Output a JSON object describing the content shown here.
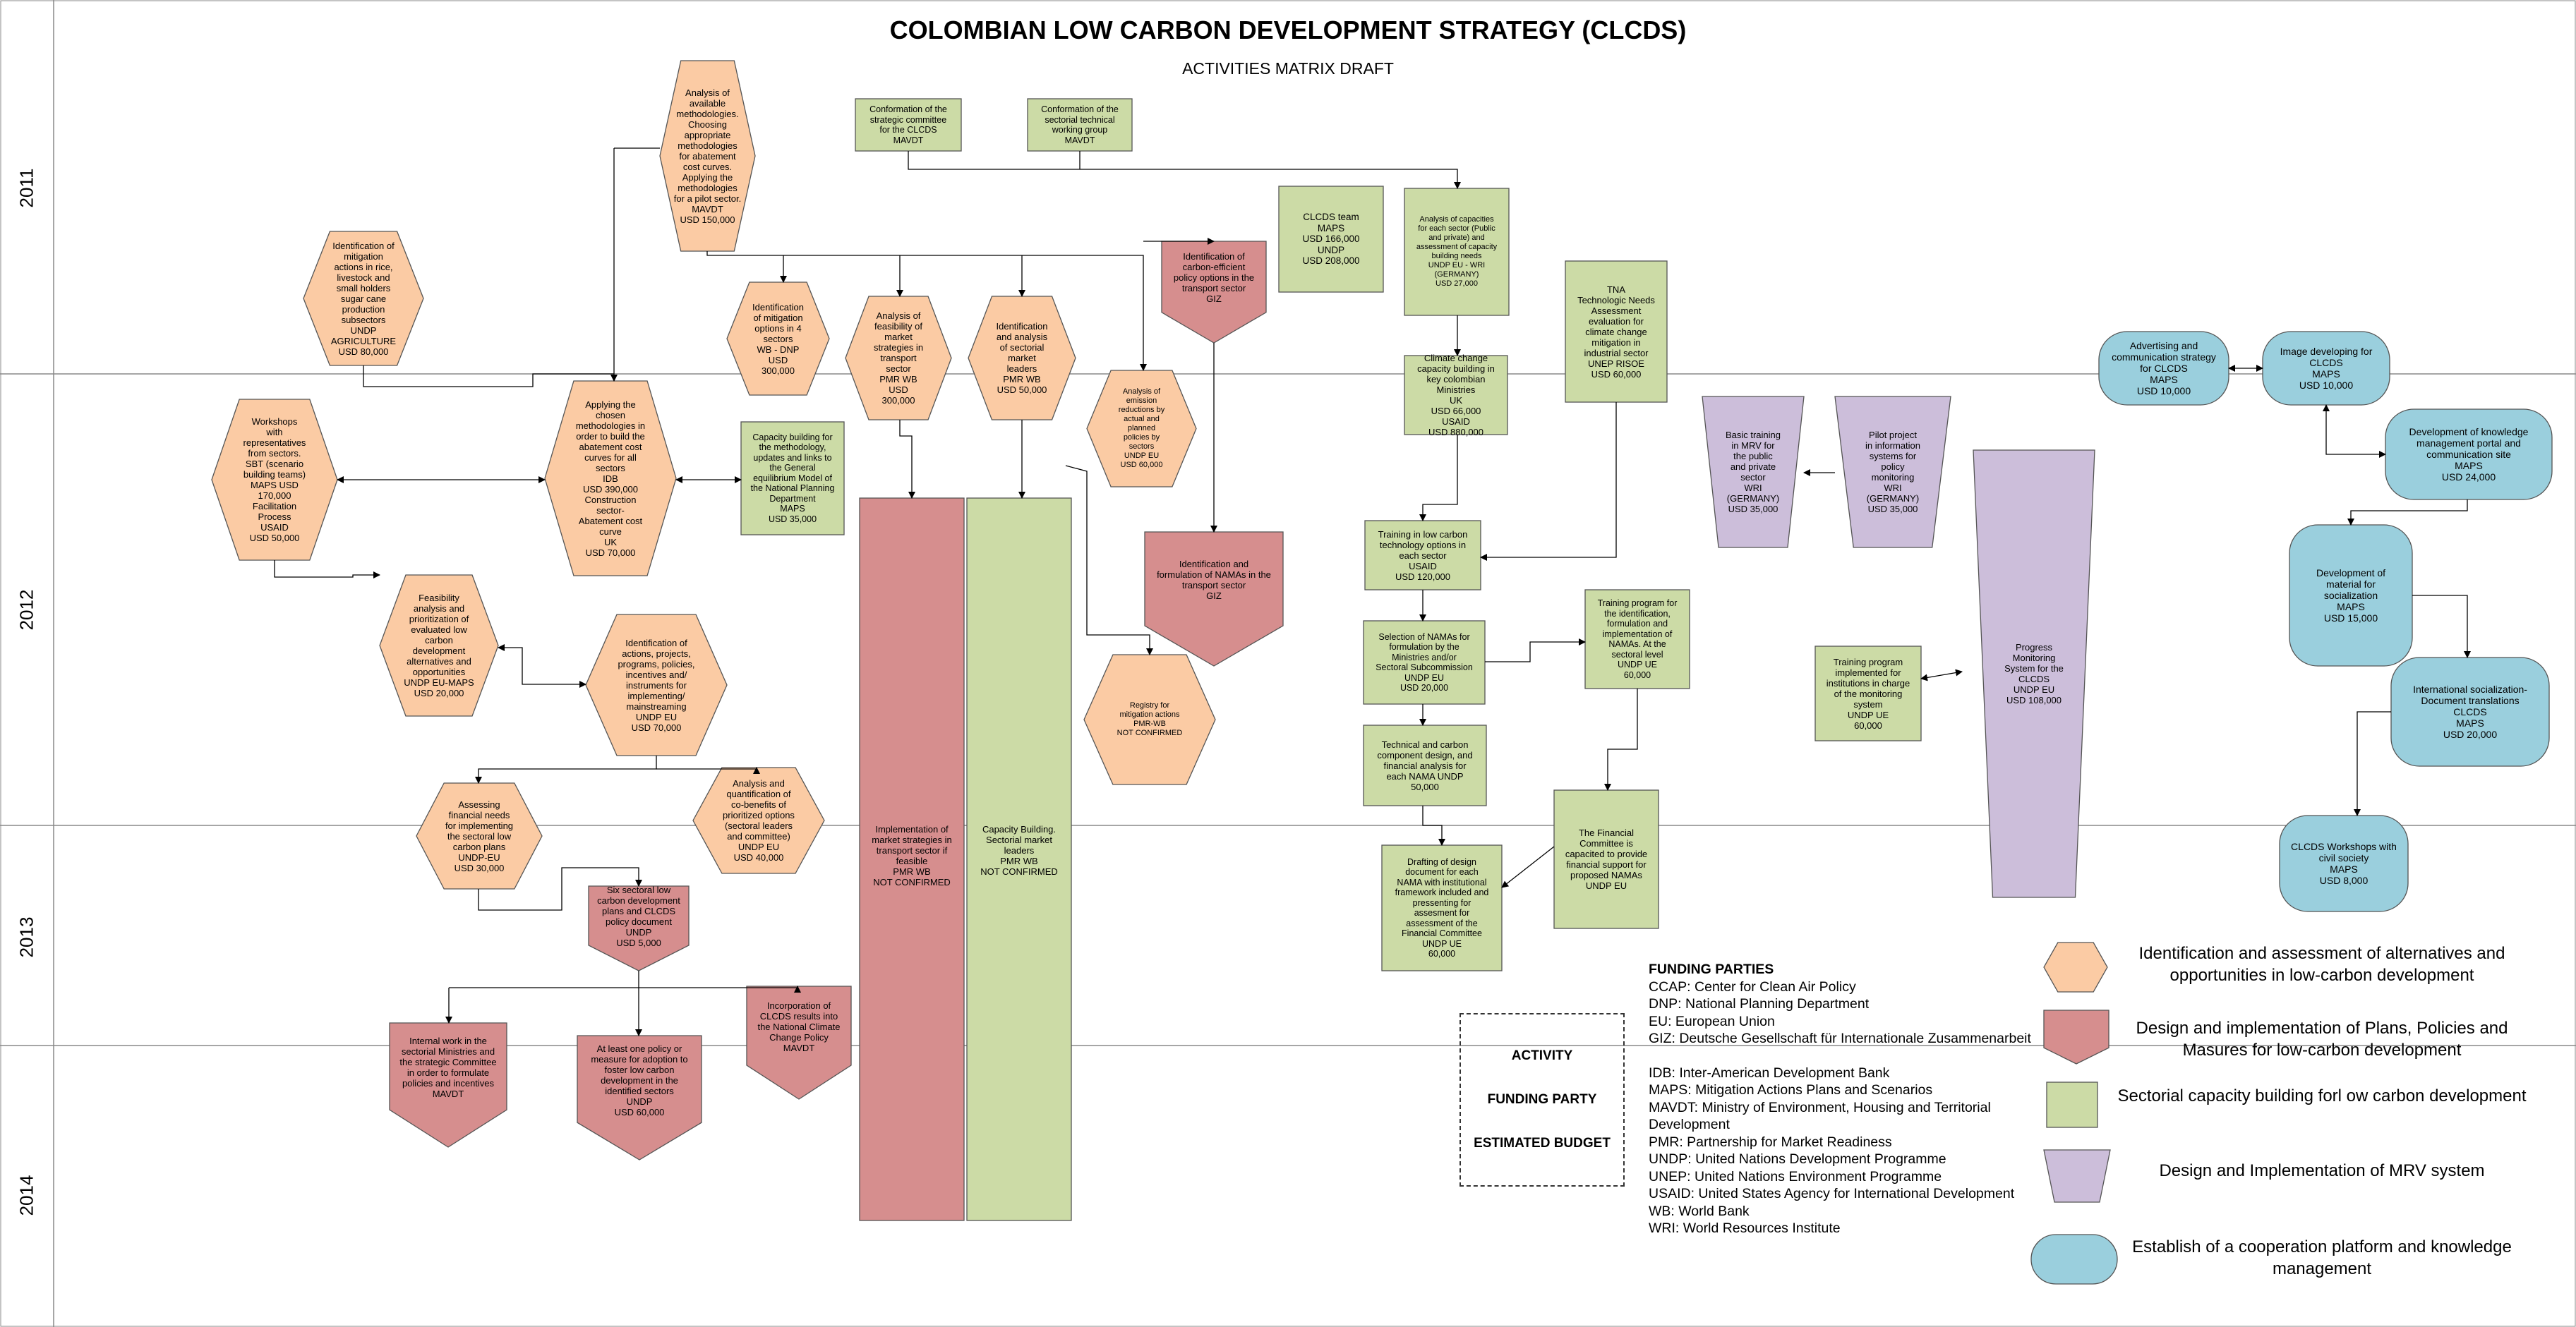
{
  "title": "COLOMBIAN LOW CARBON DEVELOPMENT STRATEGY (CLCDS)",
  "subtitle": "ACTIVITIES MATRIX DRAFT",
  "years": [
    "2011",
    "2012",
    "2013",
    "2014"
  ],
  "colors": {
    "orange": "#FBCBA4",
    "red": "#D68E8E",
    "green": "#CCDBA6",
    "purple": "#CCBEDA",
    "blue": "#9ACFDD",
    "border": "#555555"
  },
  "nodes": {
    "analysis_methodologies": "Analysis of\navailable\nmethodologies.\nChoosing\nappropriate\nmethodologies\nfor abatement\ncost curves.\nApplying the\nmethodologies\nfor a pilot sector.\nMAVDT\nUSD 150,000",
    "conformation_committee": "Conformation of the\nstrategic committee\nfor the CLCDS\nMAVDT",
    "conformation_group": "Conformation of the\nsectorial technical\nworking group\nMAVDT",
    "clcds_team": "CLCDS team\nMAPS\nUSD 166,000\nUNDP\nUSD 208,000",
    "analysis_capacities": "Analysis of capacities\nfor each sector (Public\nand private) and\nassessment of capacity\nbuilding needs\nUNDP EU - WRI\n(GERMANY)\nUSD 27,000",
    "identification_mitigation_rice": "Identification of\nmitigation\nactions in rice,\nlivestock and\nsmall holders\nsugar cane\nproduction\nsubsectors\nUNDP\nAGRICULTURE\nUSD 80,000",
    "identification_4_sectors": "Identification\nof mitigation\noptions in 4\nsectors\nWB - DNP\nUSD\n300,000",
    "analysis_feasibility_transport": "Analysis of\nfeasibility of\nmarket\nstrategies in\ntransport\nsector\nPMR WB\nUSD\n300,000",
    "identification_sectorial_market": "Identification\nand analysis\nof sectorial\nmarket\nleaders\nPMR WB\nUSD 50,000",
    "analysis_emission_reductions": "Analysis of\nemission\nreductions by\nactual and\nplanned\npolicies by\nsectors\nUNDP EU\nUSD 60,000",
    "identification_carbon_efficient": "Identification of\ncarbon-efficient\npolicy options in the\ntransport sector\nGIZ",
    "tna": "TNA\nTechnologic Needs\nAssessment\nevaluation for\nclimate change\nmitigation in\nindustrial sector\nUNEP RISOE\nUSD 60,000",
    "climate_change_capacity": "Climate change\ncapacity building in\nkey colombian\nMinistries\nUK\nUSD 66,000\nUSAID\nUSD 880,000",
    "workshops": "Workshops\nwith\nrepresentatives\nfrom sectors.\nSBT (scenario\nbuilding teams)\nMAPS USD\n170,000\nFacilitation\nProcess\nUSAID\nUSD 50,000",
    "applying_methodologies": "Applying the\nchosen\nmethodologies in\norder to build the\nabatement cost\ncurves for all\nsectors\nIDB\nUSD 390,000\nConstruction\nsector-\nAbatement cost\ncurve\nUK\nUSD 70,000",
    "capacity_building_methodology": "Capacity building for\nthe methodology,\nupdates and links to\nthe General\nequilibrium Model of\nthe National Planning\nDepartment\nMAPS\nUSD 35,000",
    "implementation_market_transport": "Implementation of\nmarket strategies in\ntransport sector if\nfeasible\nPMR WB\nNOT CONFIRMED",
    "capacity_building_sectorial": "Capacity Building.\nSectorial market\nleaders\nPMR WB\nNOT CONFIRMED",
    "identification_formulation_namas_transport": "Identification and\nformulation of NAMAs in the\ntransport sector\nGIZ",
    "registry_mitigation": "Registry for\nmitigation actions\nPMR-WB\nNOT CONFIRMED",
    "training_low_carbon": "Training in  low carbon\ntechnology options in\neach sector\nUSAID\nUSD 120,000",
    "selection_namas": "Selection of NAMAs for\nformulation by the\nMinistries and/or\nSectoral Subcommission\nUNDP EU\nUSD 20,000",
    "training_program_namas": "Training program for\nthe identification,\nformulation and\nimplementation of\nNAMAs.  At the\nsectoral level\nUNDP UE\n60,000",
    "technical_carbon_component": "Technical and carbon\ncomponent design, and\nfinancial analysis for\neach NAMA UNDP\n50,000",
    "drafting_design_document": "Drafting of design\ndocument for each\nNAMA with institutional\nframework included and\npressenting for\nassesment for\nassessment of the\nFinancial Committee\nUNDP UE\n60,000",
    "financial_committee": "The Financial\nCommittee is\ncapacited to provide\nfinancial support for\nproposed NAMAs\nUNDP EU",
    "feasibility_analysis": "Feasibility\nanalysis and\nprioritization of\nevaluated low\ncarbon\ndevelopment\nalternatives and\nopportunities\nUNDP EU-MAPS\nUSD 20,000",
    "identification_actions": "Identification of\nactions, projects,\nprograms, policies,\nincentives and/\ninstruments for\nimplementing/\nmainstreaming\nUNDP EU\nUSD 70,000",
    "assessing_financial_needs": "Assessing\nfinancial needs\nfor implementing\nthe sectoral low\ncarbon plans\nUNDP-EU\nUSD 30,000",
    "analysis_quantification": "Analysis and\nquantification of\nco-benefits of\nprioritized options\n(sectoral leaders\nand committee)\nUNDP EU\nUSD 40,000",
    "six_sectoral_plans": "Six sectoral low\ncarbon development\nplans and CLCDS\npolicy document\nUNDP\nUSD 5,000",
    "internal_work": "Internal work in the\nsectorial  Ministries and\nthe strategic Committee\nin order to formulate\npolicies and incentives\nMAVDT",
    "at_least_one_policy": "At least one policy or\nmeasure for adoption to\nfoster low carbon\ndevelopment in the\nidentified sectors\nUNDP\nUSD 60,000",
    "incorporation_clcds": "Incorporation of\nCLCDS results into\nthe National Climate\nChange Policy\nMAVDT",
    "basic_training_mrv": "Basic training\nin MRV for\nthe public\nand private\nsector\nWRI\n(GERMANY)\nUSD 35,000",
    "pilot_project": "Pilot project\nin information\nsystems for\npolicy\nmonitoring\nWRI\n(GERMANY)\nUSD 35,000",
    "progress_monitoring": "Progress\nMonitoring\nSystem for the\nCLCDS\nUNDP EU\nUSD 108,000",
    "training_program_monitoring": "Training program\nimplemented for\ninstitutions in charge\nof the monitoring\nsystem\nUNDP UE\n60,000",
    "advertising": "Advertising and\ncommunication  strategy\nfor CLCDS\nMAPS\nUSD 10,000",
    "image_developing": "Image developing for\nCLCDS\nMAPS\nUSD 10,000",
    "knowledge_portal": "Development of knowledge\nmanagement portal and\ncommunication site\nMAPS\nUSD 24,000",
    "material_socialization": "Development of\nmaterial for\nsocialization\nMAPS\nUSD 15,000",
    "international_socialization": "International socialization-\nDocument translations\nCLCDS\nMAPS\nUSD 20,000",
    "clcds_workshops": "CLCDS Workshops with\ncivil society\nMAPS\nUSD 8,000"
  },
  "activity_box": {
    "line1": "ACTIVITY",
    "line2": "FUNDING PARTY",
    "line3": "ESTIMATED BUDGET"
  },
  "funding": {
    "title": "FUNDING PARTIES",
    "items": [
      "CCAP: Center for Clean Air Policy",
      "DNP: National Planning Department",
      "EU: European Union",
      "GIZ: Deutsche Gesellschaft für Internationale Zusammenarbeit",
      "",
      "IDB: Inter-American Development Bank",
      "MAPS: Mitigation Actions Plans and Scenarios",
      "MAVDT: Ministry of Environment, Housing and Territorial Development",
      "PMR: Partnership for Market Readiness",
      "UNDP: United Nations Development Programme",
      "UNEP: United Nations Environment Programme",
      "USAID: United States Agency for International Development",
      "WB: World Bank",
      "WRI: World Resources Institute"
    ]
  },
  "legend": [
    {
      "shape": "hexagon",
      "color": "orange",
      "label": "Identification and assessment of alternatives and opportunities in low-carbon development"
    },
    {
      "shape": "pentagon",
      "color": "red",
      "label": "Design and implementation of Plans, Policies and Masures for low-carbon development"
    },
    {
      "shape": "rect",
      "color": "green",
      "label": "Sectorial capacity building forl ow carbon development"
    },
    {
      "shape": "trapezoid",
      "color": "purple",
      "label": "Design and Implementation of MRV system"
    },
    {
      "shape": "terminator",
      "color": "blue",
      "label": "Establish of a cooperation platform and knowledge management"
    }
  ]
}
